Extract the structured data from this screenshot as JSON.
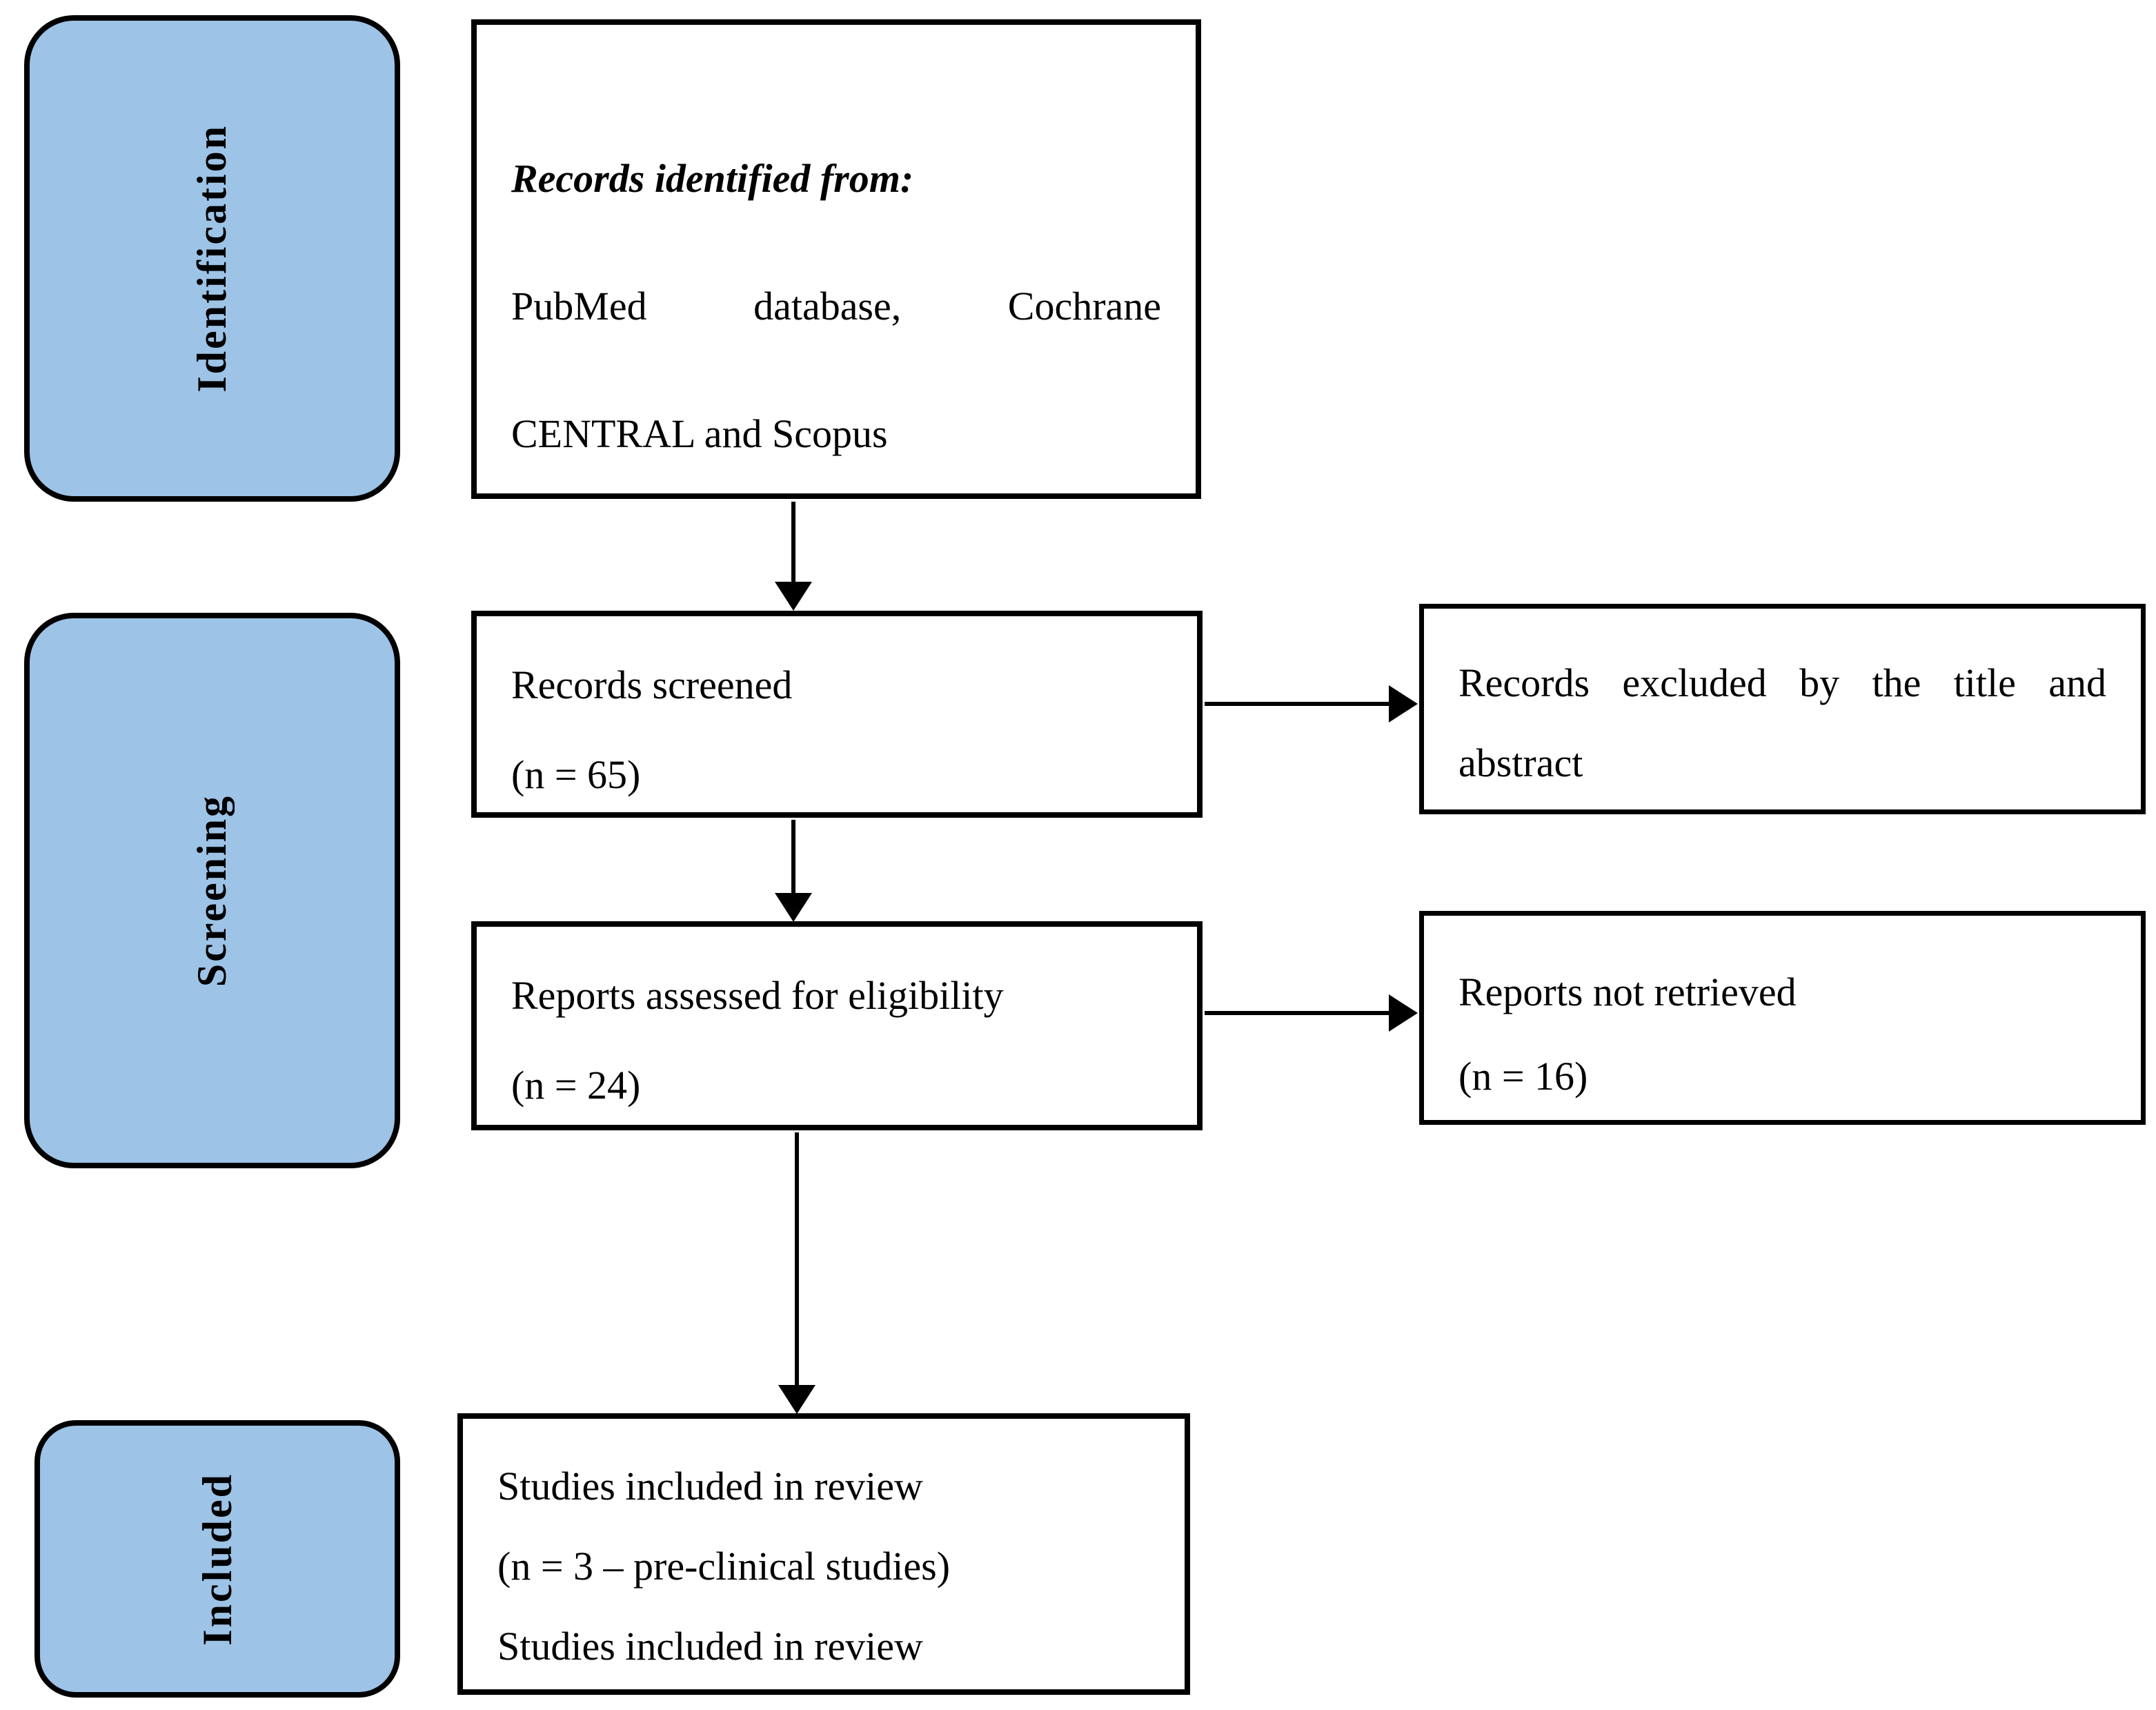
{
  "diagram": {
    "type": "prisma_flow",
    "stage_labels": [
      {
        "label": "Identification"
      },
      {
        "label": "Screening"
      },
      {
        "label": "Included"
      }
    ],
    "boxes": {
      "identified": {
        "heading": "Records identified from:",
        "lines": [
          "PubMed database, Cochrane",
          "CENTRAL and Scopus"
        ]
      },
      "screened": {
        "lines": [
          "Records screened",
          "(n = 65)"
        ]
      },
      "excluded_title_abstract": {
        "lines": [
          "Records excluded by the title and",
          "abstract"
        ]
      },
      "assessed": {
        "lines": [
          "Reports assessed for eligibility",
          "(n = 24)"
        ]
      },
      "not_retrieved": {
        "lines": [
          "Reports not retrieved",
          "(n = 16)"
        ]
      },
      "included_review": {
        "lines": [
          "Studies included in review",
          "(n = 3 – pre-clinical studies)",
          "Studies included in review"
        ]
      }
    },
    "colors": {
      "stage_fill": "#9DC3E6",
      "box_fill": "#FFFFFF",
      "line": "#000000"
    }
  }
}
